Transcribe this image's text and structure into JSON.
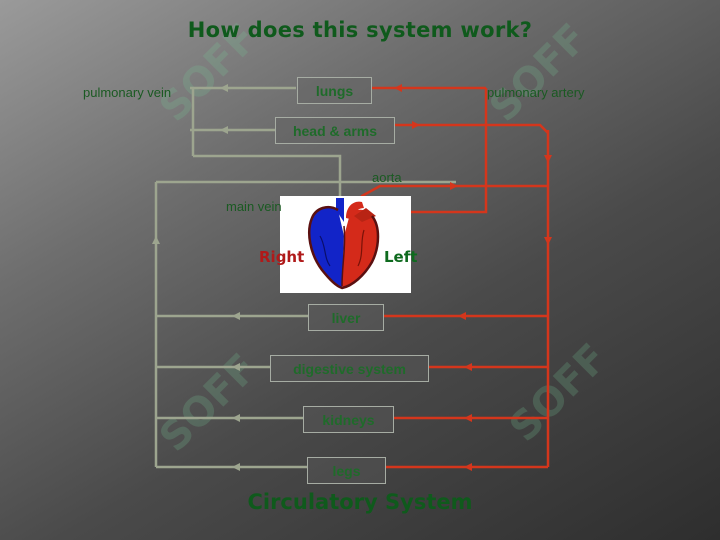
{
  "title": "How does this system work?",
  "footer": "Circulatory System",
  "organs": {
    "lungs": "lungs",
    "head_arms": "head & arms",
    "liver": "liver",
    "digestive": "digestive system",
    "kidneys": "kidneys",
    "legs": "legs"
  },
  "labels": {
    "pulmonary_vein": "pulmonary vein",
    "pulmonary_artery": "pulmonary artery",
    "aorta": "aorta",
    "main_vein": "main vein",
    "right": "Right",
    "left": "Left"
  },
  "watermark": "SOFF",
  "colors": {
    "title_green": "#0f5a1c",
    "label_green": "#1a5a22",
    "oxygen_poor_line": "#9da58f",
    "oxygen_rich_line": "#d4361c",
    "right_side": "#b01a1a",
    "left_side": "#0e6a1e",
    "heart_blue": "#1224c8",
    "heart_red": "#d42a1a"
  }
}
